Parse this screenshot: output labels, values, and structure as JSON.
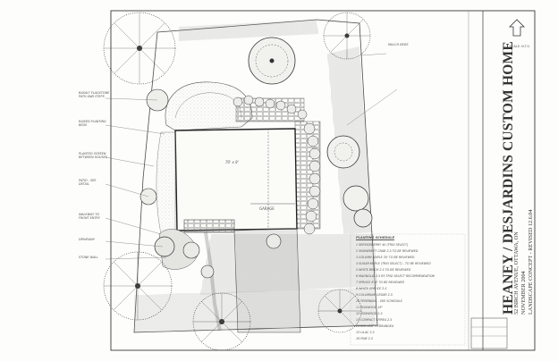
{
  "title": {
    "main": "HEANEY / DESJARDINS CUSTOM HOME",
    "line1": "52 BIRCH AVENUE, OTTAWA, ON",
    "line2": "NOVEMBER 2004",
    "line3": "LANDSCAPE CONCEPT - REVISED 12.6.04"
  },
  "scale_label": "SCALE: N.T.S.",
  "plan": {
    "garage_label": "GARAGE",
    "house_area_label": "70' x 8'"
  },
  "legend": {
    "heading": "PLANTING SCHEDULE",
    "items": [
      "1  SERVICEBERRY 40 (TRIO SELECT)",
      "2  SNOWDRIFT CRAB 2.5 TO BE REVIEWED",
      "3  COLUMN MAPLE 30' TO BE REVIEWED",
      "4  SUGAR MAPLE (TRIO SELECT) - TO BE REVIEWED",
      "5  WHITE BIRCH 2.5 TO BE REVIEWED",
      "6  MAGNOLIA 2.5 BY TRIO SELECT RECOMMENDATION",
      "7  SPRUCE 8' 6' TO BE REVIEWED",
      "8  WHITE SPRUCE 2.5",
      "9  COLUMNAR CEDAR 2.5",
      "10  PERENNIAL - SEE SCHEDULE",
      "11  BOXWOOD 18\"",
      "12  BOXWOOD 2.5",
      "13  COMPACT SPIREA 2.5",
      "14  BIG LEAF HYDRANGEA",
      "15  LILAC 2.5",
      "16  PINE 2.5"
    ]
  },
  "notes": [
    "BASALT FLAGSTONE\nPATH AND STEPS",
    "RAISED PLANTING\nBEDS",
    "PLANTED SCREEN\nBETWEEN HOUSES",
    "PATIO - SEE\nDETAIL",
    "WALKWAY TO\nFRONT ENTRY",
    "DRIVEWAY",
    "STONE WALL",
    "MULCH BEDS"
  ],
  "colors": {
    "ink": "#3a3a3a",
    "paper": "#fdfdfb",
    "hatch": "#8a8a8a"
  }
}
